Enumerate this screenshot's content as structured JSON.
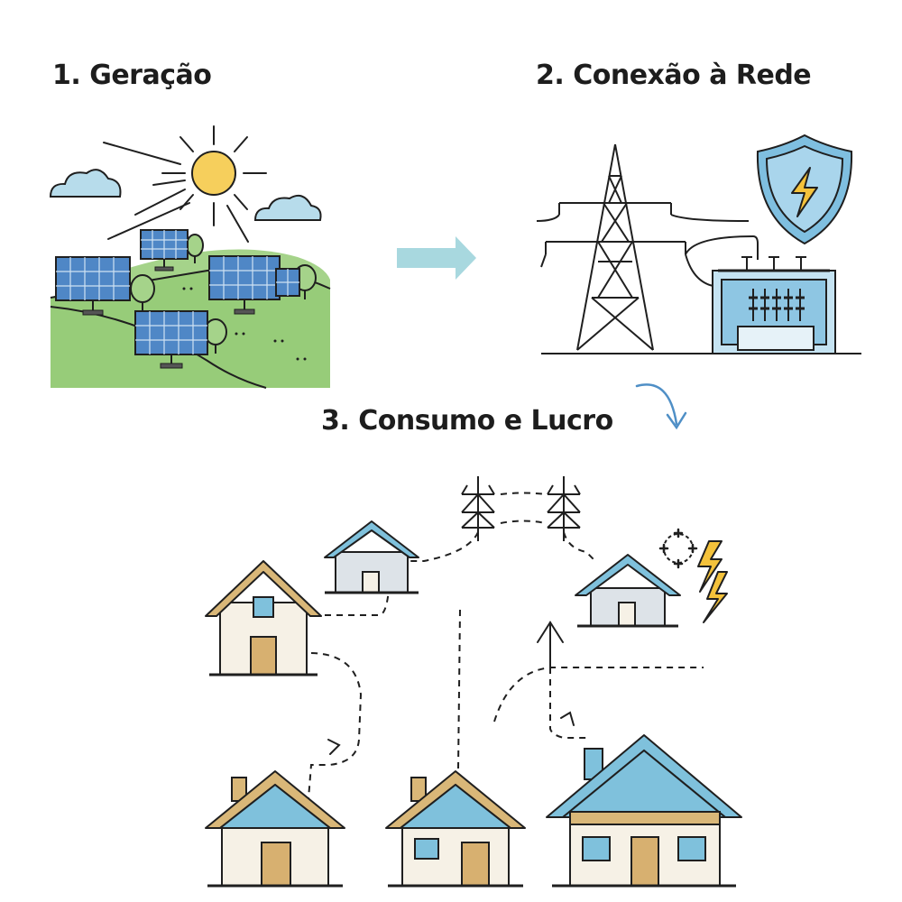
{
  "steps": [
    {
      "title": "1. Geração"
    },
    {
      "title": "2. Conexão à Rede"
    },
    {
      "title": "3. Consumo e Lucro"
    }
  ],
  "colors": {
    "sky_blue": "#7fc1dc",
    "panel_blue": "#4f87c6",
    "grass_green": "#97cc79",
    "sun_yellow": "#f6cf5c",
    "bolt_yellow": "#f4c23b",
    "roof_tan": "#d9b778",
    "door_tan": "#d7b070",
    "wall_cream": "#f6f1e6",
    "line_dark": "#1f1f1f",
    "arrow_teal": "#a8d8df"
  },
  "icons": [
    "sun-icon",
    "cloud-icon",
    "solar-panel-icon",
    "tree-icon",
    "transmission-tower-icon",
    "shield-bolt-icon",
    "transformer-icon",
    "house-icon",
    "lightning-icon",
    "arrow-right-icon",
    "curved-arrow-icon"
  ]
}
